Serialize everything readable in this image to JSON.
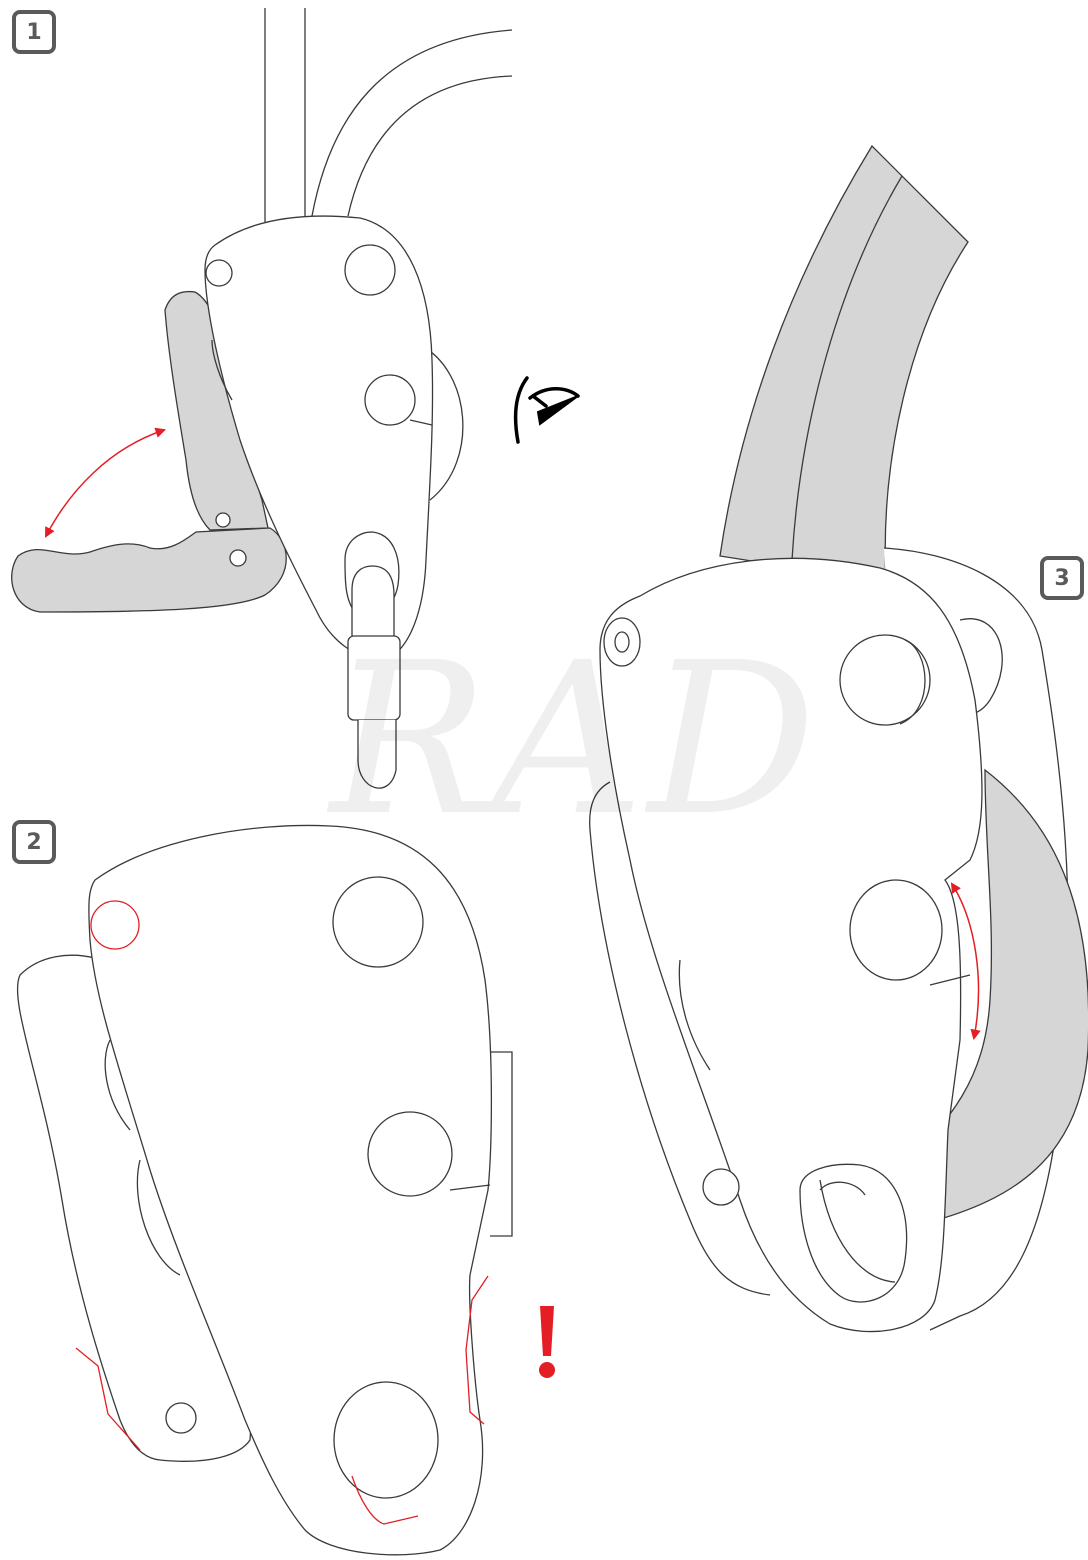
{
  "steps": [
    {
      "label": "1"
    },
    {
      "label": "2"
    },
    {
      "label": "3"
    }
  ],
  "watermark": {
    "text": "RAD"
  },
  "icons": {
    "hazard": "exclamation-icon",
    "pinch": "hand-pinch-icon",
    "motion": "double-headed-arrow-icon"
  },
  "colors": {
    "outline": "#3a3a3a",
    "fill_grey": "#d6d6d6",
    "accent_red": "#e31e24",
    "badge": "#5a5a5a"
  }
}
